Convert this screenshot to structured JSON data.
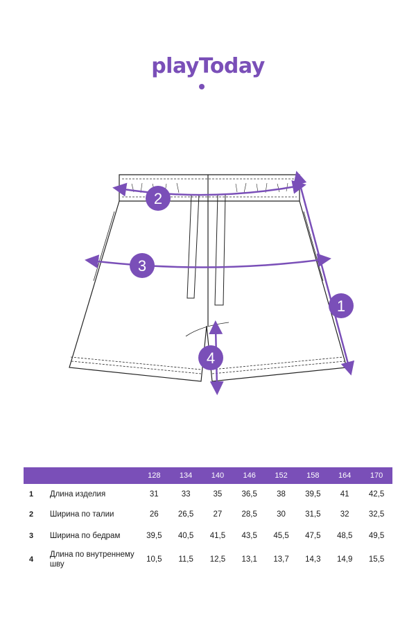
{
  "brand": {
    "name": "playToday",
    "color": "#7a4fb8"
  },
  "table": {
    "header_color": "#7a4fb8",
    "sizes": [
      "128",
      "134",
      "140",
      "146",
      "152",
      "158",
      "164",
      "170"
    ],
    "rows": [
      {
        "num": "1",
        "name": "Длина изделия",
        "values": [
          "31",
          "33",
          "35",
          "36,5",
          "38",
          "39,5",
          "41",
          "42,5"
        ]
      },
      {
        "num": "2",
        "name": "Ширина по талии",
        "values": [
          "26",
          "26,5",
          "27",
          "28,5",
          "30",
          "31,5",
          "32",
          "32,5"
        ]
      },
      {
        "num": "3",
        "name": "Ширина по бедрам",
        "values": [
          "39,5",
          "40,5",
          "41,5",
          "43,5",
          "45,5",
          "47,5",
          "48,5",
          "49,5"
        ]
      },
      {
        "num": "4",
        "name": "Длина по внутреннему шву",
        "values": [
          "10,5",
          "11,5",
          "12,5",
          "13,1",
          "13,7",
          "14,3",
          "14,9",
          "15,5"
        ]
      }
    ]
  },
  "diagram": {
    "markers": [
      {
        "label": "1"
      },
      {
        "label": "2"
      },
      {
        "label": "3"
      },
      {
        "label": "4"
      }
    ]
  }
}
